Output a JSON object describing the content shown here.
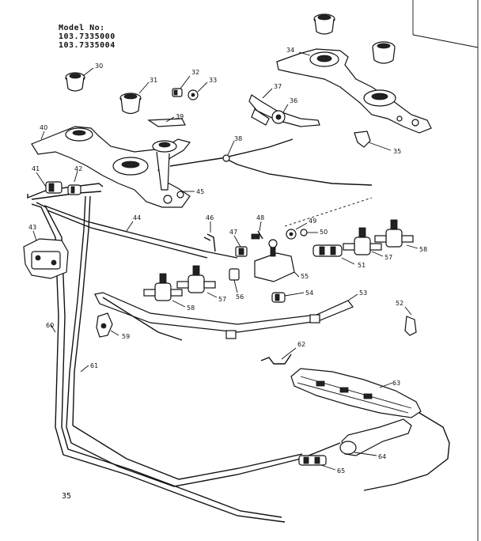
{
  "model": {
    "heading": "Model No:",
    "numbers": [
      "103.7335000",
      "103.7335004"
    ]
  },
  "page_number": "35",
  "part_labels": [
    "30",
    "31",
    "32",
    "33",
    "34",
    "35",
    "36",
    "37",
    "38",
    "39",
    "40",
    "41",
    "42",
    "43",
    "44",
    "45",
    "46",
    "47",
    "48",
    "49",
    "50",
    "51",
    "52",
    "53",
    "54",
    "55",
    "56",
    "57",
    "57",
    "58",
    "58",
    "59",
    "60",
    "61",
    "62",
    "63",
    "64",
    "65"
  ]
}
